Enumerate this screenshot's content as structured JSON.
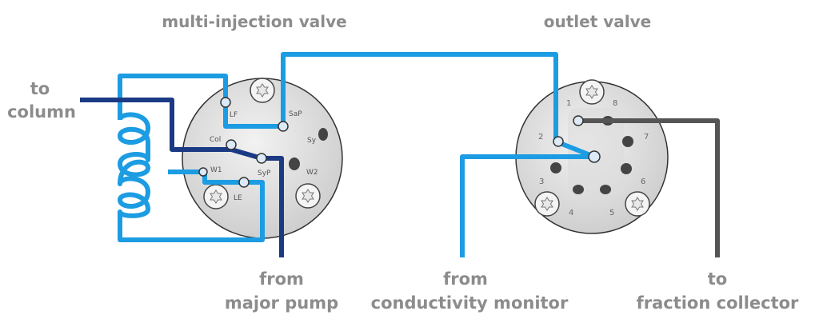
{
  "titles": {
    "injection_valve": "multi-injection valve",
    "outlet_valve": "outlet valve"
  },
  "connections": {
    "to_column": [
      "to",
      "column"
    ],
    "from_major_pump": [
      "from",
      "major pump"
    ],
    "from_conductivity_monitor": [
      "from",
      "conductivity monitor"
    ],
    "to_fraction_collector": [
      "to",
      "fraction collector"
    ]
  },
  "injection_ports": {
    "LF": "LF",
    "SaP": "SaP",
    "Col": "Col",
    "Sy": "Sy",
    "W1": "W1",
    "SyP": "SyP",
    "W2": "W2",
    "LE": "LE"
  },
  "outlet_ports": [
    "1",
    "2",
    "3",
    "4",
    "5",
    "6",
    "7",
    "8"
  ],
  "colors": {
    "sample_line": "#1c9ce2",
    "pump_line": "#1b3a84",
    "outlet_line": "#555555",
    "label": "#8c8c8c"
  }
}
